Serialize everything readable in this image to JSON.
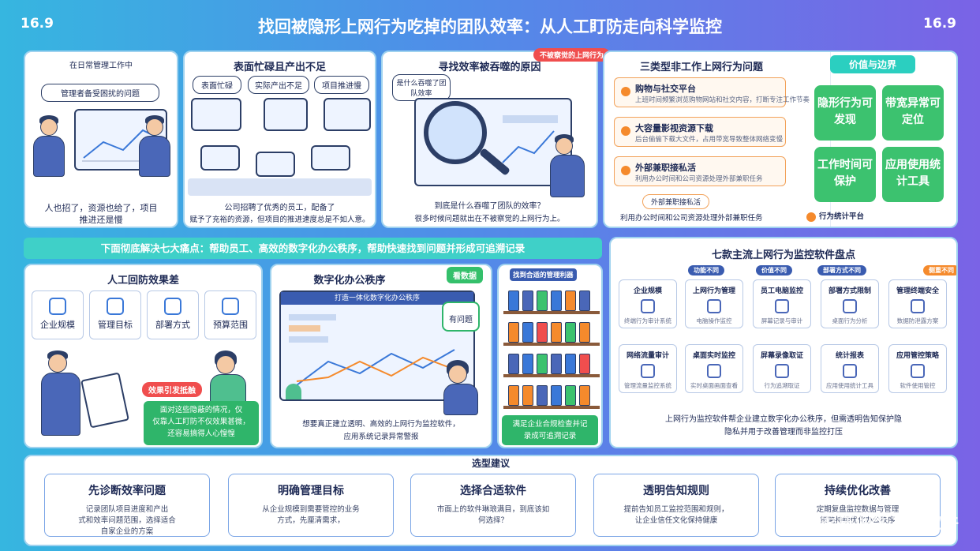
{
  "header": {
    "version_left": "16.9",
    "version_right": "16.9",
    "title": "找回被隐形上网行为吃掉的团队效率：从人工盯防走向科学监控"
  },
  "panel1": {
    "board_title": "在日常管理工作中",
    "bubble": "管理者备受困扰的问题",
    "caption_line1": "人也招了，资源也给了，项目",
    "caption_line2": "推进还是慢"
  },
  "panel2": {
    "title": "表面忙碌且产出不足",
    "bubble1": "表面忙碌",
    "bubble2": "实际产出不足",
    "bubble3": "项目推进慢",
    "caption_line1": "公司招聘了优秀的员工，配备了",
    "caption_line2": "赋予了充裕的资源，但项目的推进速度总是不如人意。"
  },
  "panel3": {
    "title": "寻找效率被吞噬的原因",
    "tag": "不被察觉的上网行为",
    "bubble": "是什么吞噬了团队效率",
    "caption_line1": "到底是什么吞噬了团队的效率？",
    "caption_line2": "很多时候问题就出在不被察觉的上网行为上。"
  },
  "panel4": {
    "title": "三类型非工作上网行为问题",
    "items": [
      {
        "title": "购物与社交平台",
        "desc": "上班时间频繁浏览购物网站和社交内容，打断专注工作节奏"
      },
      {
        "title": "大容量影视资源下载",
        "desc": "后台偷偷下载大文件，占用带宽导致整体网络变慢"
      },
      {
        "title": "外部兼职接私活",
        "desc": "利用办公时间和公司资源处理外部兼职任务"
      }
    ],
    "bottom_tag": "外部兼职接私活",
    "bottom_caption": "利用办公时间和公司资源处理外部兼职任务"
  },
  "panel5": {
    "header": "价值与边界",
    "boxes": [
      "隐形行为可发现",
      "带宽异常可定位",
      "工作时间可保护",
      "应用使用统计工具"
    ],
    "bottom": "行为统计平台"
  },
  "banner": "下面彻底解决七大痛点：帮助员工、高效的数字化办公秩序，帮助快速找到问题并形成可追溯记录",
  "panel6": {
    "title": "人工回防效果差",
    "factors": [
      "企业规模",
      "管理目标",
      "部署方式",
      "预算范围"
    ],
    "tag": "效果引发抵触",
    "note_line1": "面对这些隐蔽的情况，仅",
    "note_line2": "仅靠人工盯防不仅效果甚微，",
    "note_line3": "还容易搞得人心惶惶"
  },
  "panel7": {
    "title": "数字化办公秩序",
    "badge": "看数据",
    "screen_title": "打造一体化数字化办公秩序",
    "screen_note": "有问题",
    "caption_line1": "想要真正建立透明、高效的上网行为监控软件，",
    "caption_line2": "应用系统记录异常警报"
  },
  "panel8": {
    "header": "找到合适的管理利器",
    "caption_line1": "满足企业合规检查并记",
    "caption_line2": "录成可追溯记录"
  },
  "panel9": {
    "title": "七款主流上网行为监控软件盘点",
    "badges": [
      "功能不同",
      "价值不同",
      "部署方式不同",
      "侧重不同"
    ],
    "tools": [
      {
        "name": "企业规模",
        "desc": "终端行为审计系统"
      },
      {
        "name": "上网行为管理",
        "desc": "电脑操作监控"
      },
      {
        "name": "员工电脑监控",
        "desc": "屏幕记录与审计"
      },
      {
        "name": "部署方式限制",
        "desc": "桌面行为分析"
      },
      {
        "name": "管理终端安全",
        "desc": "数据防泄露方案"
      },
      {
        "name": "网络流量审计",
        "desc": "管理流量监控系统"
      },
      {
        "name": "桌面实时监控",
        "desc": "实时桌面画面查看"
      },
      {
        "name": "屏幕录像取证",
        "desc": "行为追溯取证"
      },
      {
        "name": "统计报表",
        "desc": "应用使用统计工具"
      },
      {
        "name": "应用管控策略",
        "desc": "软件使用管控"
      }
    ],
    "caption_line1": "上网行为监控软件帮企业建立数字化办公秩序，但需透明告知保护隐",
    "caption_line2": "隐私并用于改善管理而非监控打压"
  },
  "suggestions": {
    "title": "选型建议",
    "cards": [
      {
        "title": "先诊断效率问题",
        "line1": "记录团队项目进度和产出",
        "line2": "式和效率问题范围，选择适合",
        "line3": "自家企业的方案"
      },
      {
        "title": "明确管理目标",
        "line1": "从企业规模到需要管控的业务",
        "line2": "方式，先厘清需求，",
        "line3": ""
      },
      {
        "title": "选择合适软件",
        "line1": "市面上的软件琳琅满目，到底该如",
        "line2": "何选择？",
        "line3": ""
      },
      {
        "title": "透明告知规则",
        "line1": "提前告知员工监控范围和规则，",
        "line2": "让企业信任文化保持健康",
        "line3": ""
      },
      {
        "title": "持续优化改善",
        "line1": "定期复盘监控数据与管理",
        "line2": "策略持续优化办公秩序",
        "line3": ""
      }
    ]
  },
  "watermark": "@石家庄间客之眼软件"
}
